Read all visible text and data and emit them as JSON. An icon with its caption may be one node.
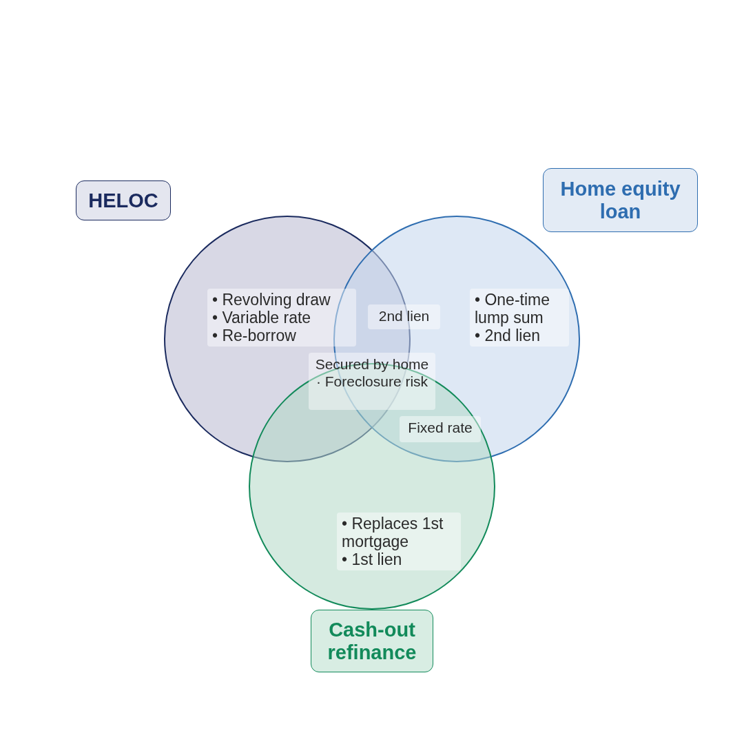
{
  "diagram": {
    "nodes": [
      {
        "text": [
          "HELOC",
          "• Revolving draw",
          "• Variable rate",
          "• Re-borrow"
        ]
      },
      {
        "text": [
          "Home equity loan",
          "• One-time lump sum",
          "• 2nd lien"
        ]
      },
      {
        "text": [
          "• Replaces 1st mortgage",
          "• 1st lien",
          "Cash-out refinance"
        ]
      }
    ],
    "labels": [
      "2nd lien",
      "Secured by home · Foreclosure risk",
      "Fixed rate"
    ]
  }
}
